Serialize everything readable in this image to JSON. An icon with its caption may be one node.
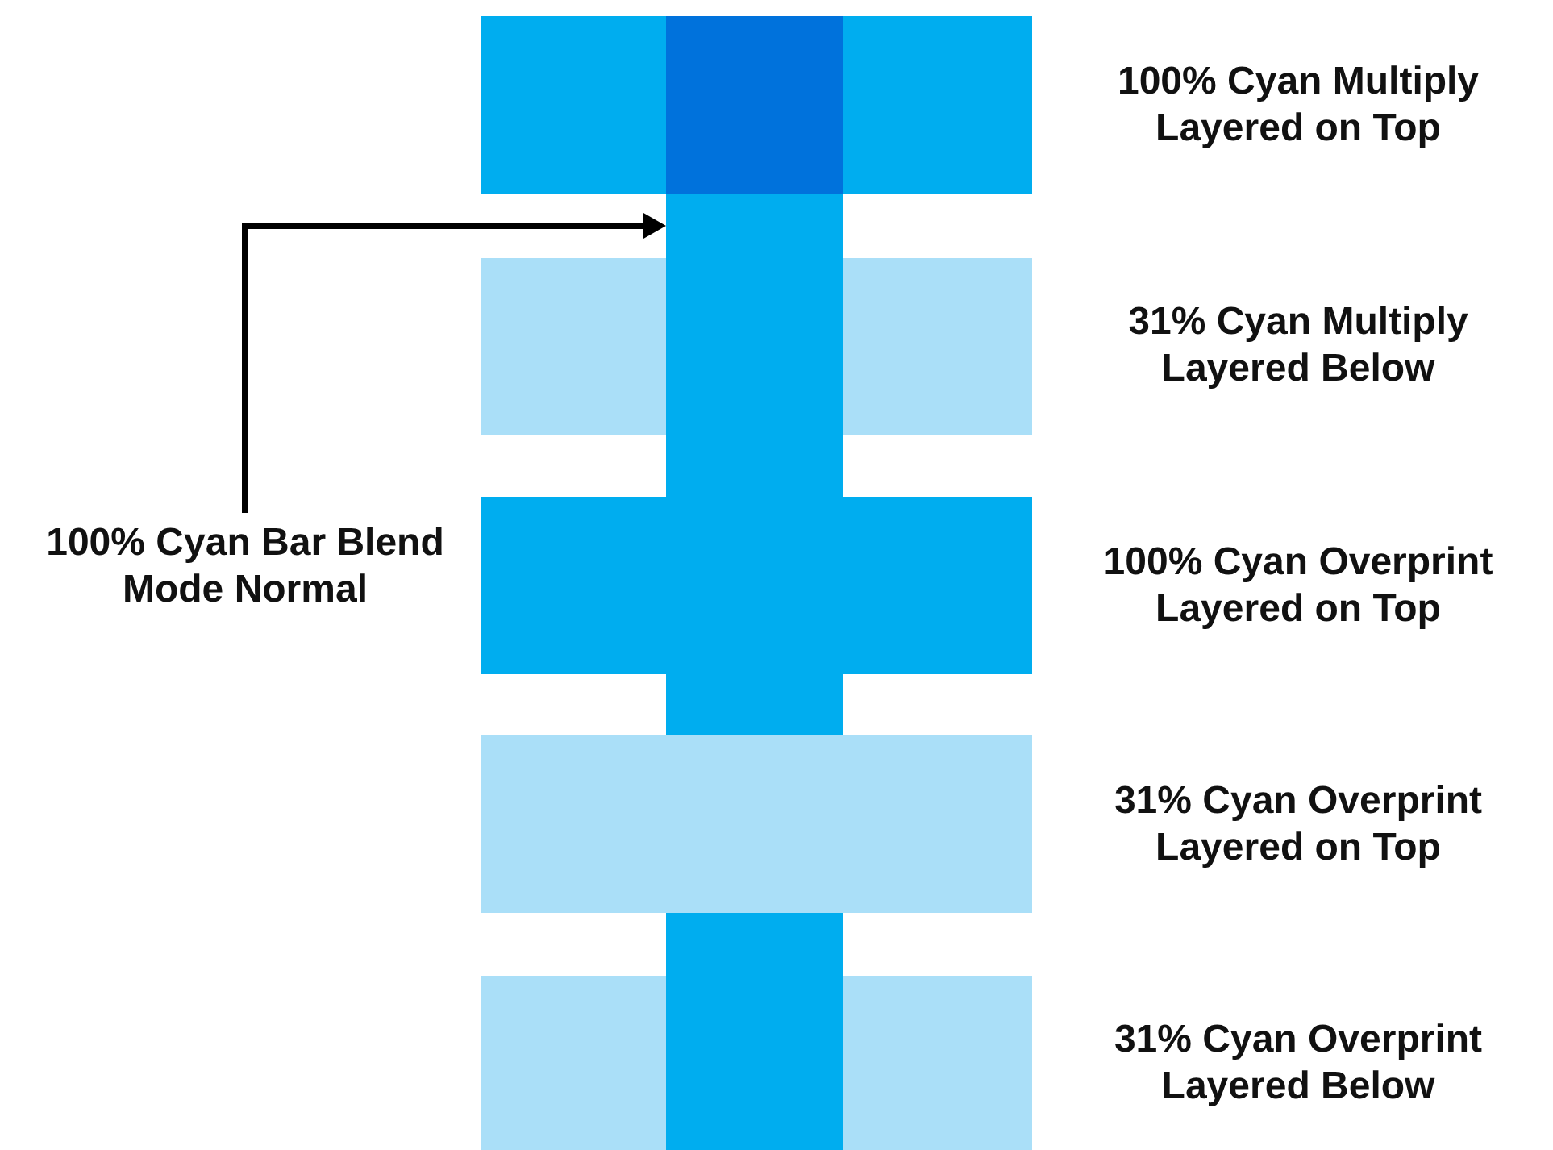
{
  "diagram": {
    "nodes": [
      {
        "text": [
          "100% Cyan Bar Blend Mode Normal"
        ]
      },
      {
        "text": [],
        "shape": "bar"
      }
    ],
    "edges": [
      {
        "from": 0,
        "to": 1,
        "arrow": "to"
      }
    ],
    "labels": [
      "100% Cyan Multiply Layered on Top",
      "31% Cyan Multiply Layered Below",
      "100% Cyan Overprint Layered on Top",
      "31% Cyan Overprint Layered on Top",
      "31% Cyan Overprint Layered Below"
    ]
  }
}
